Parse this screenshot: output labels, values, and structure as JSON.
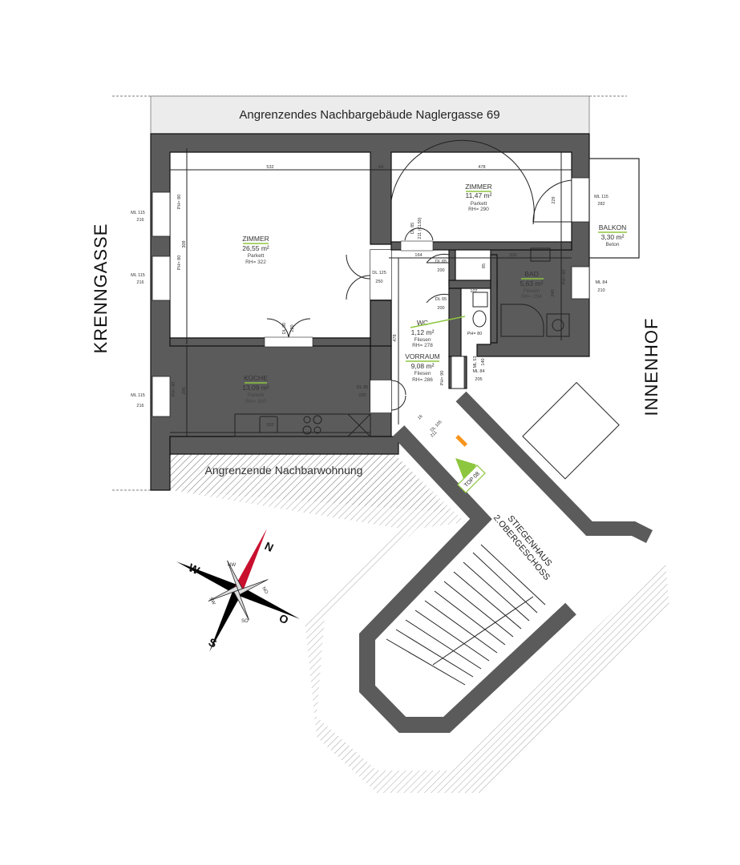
{
  "neighbors": {
    "top": "Angrenzendes Nachbargebäude Naglergasse 69",
    "bottom": "Angrenzende Nachbarwohnung"
  },
  "streets": {
    "left": "KRENNGASSE",
    "right": "INNENHOF"
  },
  "rooms": [
    {
      "name": "ZIMMER",
      "area": "26,55 m²",
      "floor": "Parkett",
      "height": "RH= 322"
    },
    {
      "name": "ZIMMER",
      "area": "11,47 m²",
      "floor": "Parkett",
      "height": "RH= 290"
    },
    {
      "name": "BALKON",
      "area": "3,30 m²",
      "floor": "Beton"
    },
    {
      "name": "BAD",
      "area": "5,63 m²",
      "floor": "Fliesen",
      "height": "RH= 294"
    },
    {
      "name": "WC",
      "area": "1,12 m²",
      "floor": "Fliesen",
      "height": "RH= 278"
    },
    {
      "name": "VORRAUM",
      "area": "9,08 m²",
      "floor": "Fliesen",
      "height": "RH= 286"
    },
    {
      "name": "KÜCHE",
      "area": "13,09 m²",
      "floor": "Parkett",
      "height": "RH= 310"
    }
  ],
  "stair": {
    "line1": "STIEGENHAUS",
    "line2": "2.OBERGESCHOSS",
    "unit": "TOP 08"
  },
  "windows": [
    {
      "a": "ML 115",
      "b": "216"
    },
    {
      "a": "ML 115",
      "b": "216"
    },
    {
      "a": "ML 115",
      "b": "216"
    },
    {
      "a": "ML 115",
      "b": "282"
    },
    {
      "a": "ML 84",
      "b": "210"
    },
    {
      "a": "ML 84",
      "b": "205"
    },
    {
      "a": "ML 53",
      "b": "140"
    }
  ],
  "doors": [
    {
      "a": "DL 125",
      "b": "250"
    },
    {
      "a": "DL 85",
      "b": "220"
    },
    {
      "a": "DL 65",
      "b": "200"
    },
    {
      "a": "DL 65",
      "b": "200"
    },
    {
      "a": "DL 85",
      "b": "211 (CL50)"
    },
    {
      "a": "DL 80",
      "b": "220"
    },
    {
      "a": "DL 105",
      "b": "211"
    }
  ],
  "sill_heights": [
    "PH= 80",
    "PH= 80",
    "PH= 80",
    "PH= 80",
    "PH= 90",
    "PH= 80"
  ],
  "dimensions": [
    "532",
    "64",
    "478",
    "309",
    "164",
    "310",
    "102",
    "85",
    "240",
    "478",
    "296",
    "16",
    "229",
    "532"
  ],
  "compass": {
    "n": "N",
    "s": "S",
    "w": "W",
    "o": "O",
    "nw": "NW",
    "no": "NO",
    "sw": "SW",
    "so": "SO",
    "accent": "#c8102e"
  },
  "colors": {
    "wall": "#5b5b5b",
    "highlight": "#8dc63f",
    "marker": "#f7941d"
  }
}
